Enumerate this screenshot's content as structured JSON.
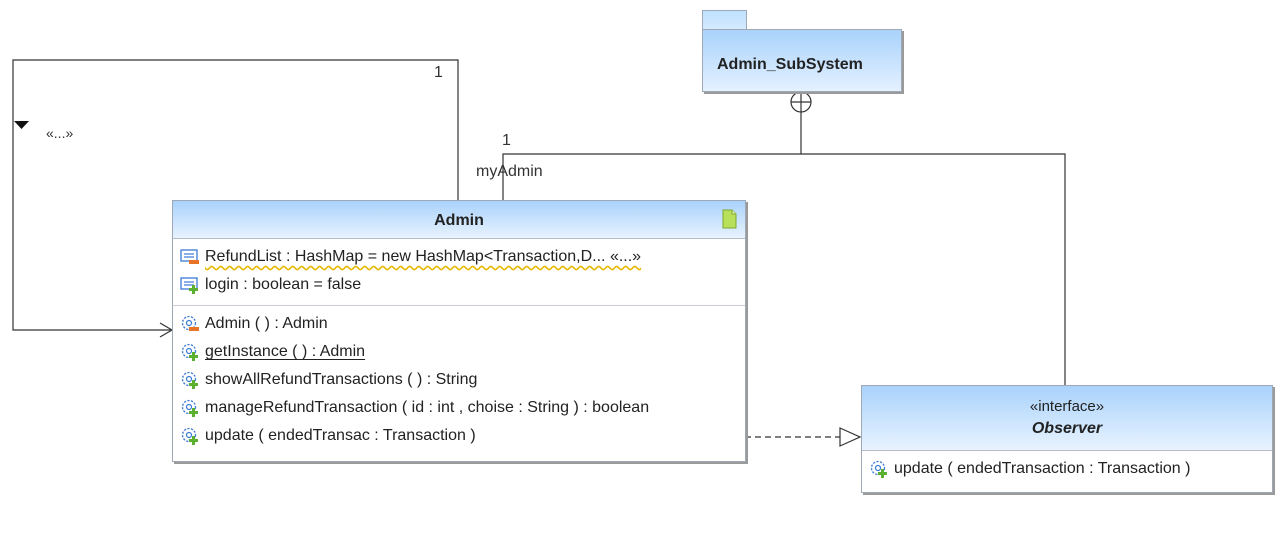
{
  "diagram": {
    "package": {
      "name": "Admin_SubSystem"
    },
    "self_association": {
      "multiplicity": "1",
      "stereotype_label": "«...»"
    },
    "containment": {
      "multiplicity": "1",
      "role": "myAdmin"
    },
    "admin_class": {
      "name": "Admin",
      "attributes": [
        {
          "visibility": "private",
          "text": "RefundList : HashMap = new HashMap<Transaction,D... «...»",
          "icon": "private-attribute-icon"
        },
        {
          "visibility": "public",
          "text": "login : boolean = false",
          "icon": "public-attribute-icon"
        }
      ],
      "operations": [
        {
          "visibility": "private",
          "text": "Admin ( ) :  Admin",
          "icon": "private-operation-icon",
          "static": false
        },
        {
          "visibility": "public",
          "text": "getInstance ( ) :  Admin",
          "icon": "public-operation-icon",
          "static": true
        },
        {
          "visibility": "public",
          "text": "showAllRefundTransactions ( ) :  String",
          "icon": "public-operation-icon",
          "static": false
        },
        {
          "visibility": "public",
          "text": "manageRefundTransaction ( id : int , choise : String  ) :  boolean",
          "icon": "public-operation-icon",
          "static": false
        },
        {
          "visibility": "public",
          "text": "update ( endedTransac : Transaction  )",
          "icon": "public-operation-icon",
          "static": false
        }
      ]
    },
    "observer_interface": {
      "stereotype": "«interface»",
      "name": "Observer",
      "operations": [
        {
          "visibility": "public",
          "text": "update ( endedTransaction : Transaction  )",
          "icon": "public-operation-icon"
        }
      ]
    },
    "colors": {
      "header_top": "#a9d2fb",
      "header_bottom": "#e8f3ff",
      "border": "#9fa8b4",
      "private_marker": "#e8742a",
      "public_marker": "#5cb030",
      "warning_underline": "#e6b800"
    }
  }
}
